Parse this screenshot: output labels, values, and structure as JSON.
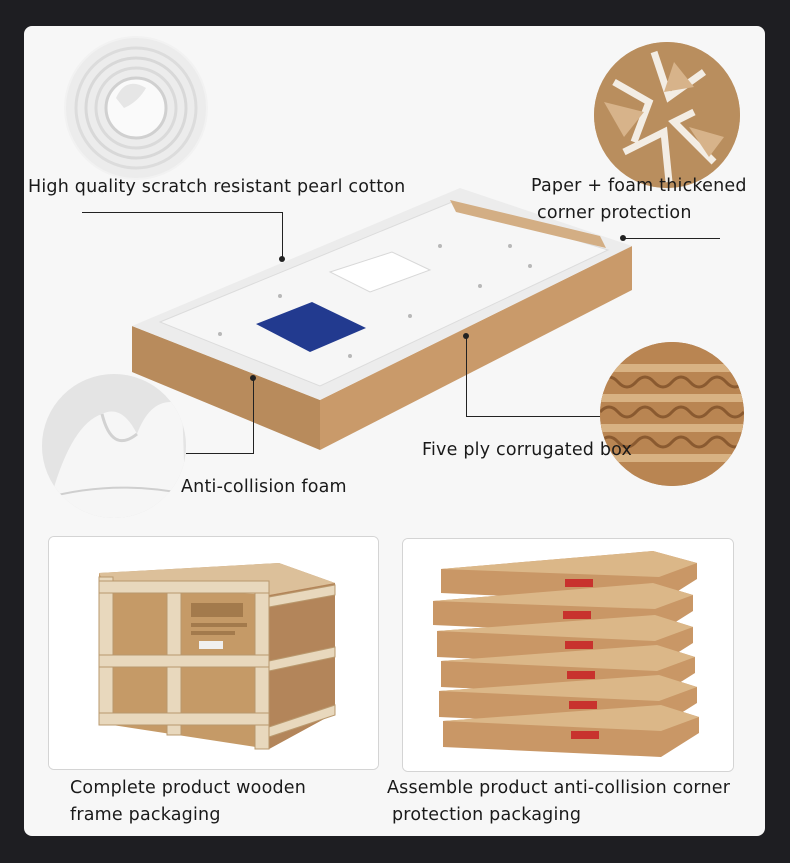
{
  "labels": {
    "pearl_cotton": "High quality scratch resistant pearl cotton",
    "corner_line1": "Paper + foam thickened",
    "corner_line2": "corner protection",
    "corrugated": "Five ply corrugated box",
    "anti_collision": "Anti-collision foam",
    "wooden_line1": "Complete product wooden",
    "wooden_line2": "frame packaging",
    "assemble_line1": "Assemble product anti-collision corner",
    "assemble_line2": "protection packaging"
  },
  "icons": [
    "pearl-cotton-roll-photo",
    "corner-protector-photo",
    "corrugated-cardboard-photo",
    "foam-sheet-photo",
    "opened-box-photo",
    "wooden-crate-photo",
    "stacked-boxes-photo"
  ],
  "colors": {
    "background": "#1e1e22",
    "card": "#f7f7f7",
    "cardboard": "#c49a6c",
    "text": "#1a1a1a"
  }
}
